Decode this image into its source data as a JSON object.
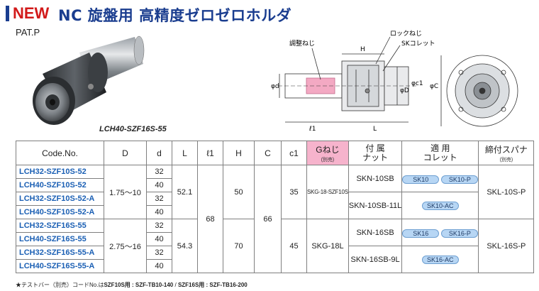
{
  "header": {
    "new_label": "NEW",
    "title": "NC 旋盤用 高精度ゼロゼロホルダ",
    "patent": "PAT.P"
  },
  "photo": {
    "caption": "LCH40-SZF16S-55"
  },
  "diagram": {
    "labels": {
      "adjust_screw": "調整ねじ",
      "lock_screw": "ロックねじ",
      "sk_collet": "SKコレット",
      "H": "H",
      "l1": "ℓ1",
      "L": "L",
      "d": "φd",
      "D": "φD",
      "c1": "φc1",
      "C": "φC"
    }
  },
  "table": {
    "headers": {
      "code": "Code.No.",
      "D": "D",
      "d": "d",
      "L": "L",
      "l1": "ℓ1",
      "H": "H",
      "C": "C",
      "c1": "c1",
      "gneji": "Gねじ",
      "gneji_sub": "(別売)",
      "nut": "付 属\nナット",
      "collet": "適 用\nコレット",
      "spanner": "締付スパナ",
      "spanner_sub": "(別売)"
    },
    "codes": [
      "LCH32-SZF10S-52",
      "LCH40-SZF10S-52",
      "LCH32-SZF10S-52-A",
      "LCH40-SZF10S-52-A",
      "LCH32-SZF16S-55",
      "LCH40-SZF16S-55",
      "LCH32-SZF16S-55-A",
      "LCH40-SZF16S-55-A"
    ],
    "d_values": [
      "32",
      "40",
      "32",
      "40",
      "32",
      "40",
      "32",
      "40"
    ],
    "group1": {
      "D": "1.75～10",
      "L": "52.1",
      "H": "50",
      "c1": "35",
      "gneji": "SKG-18-SZF10S",
      "nut_a": "SKN-10SB",
      "nut_b": "SKN-10SB-11L",
      "collets_a": [
        "SK10",
        "SK10-P"
      ],
      "collets_b": [
        "SK10-AC"
      ],
      "spanner": "SKL-10S-P"
    },
    "group2": {
      "D": "2.75～16",
      "L": "54.3",
      "H": "70",
      "c1": "45",
      "gneji": "SKG-18L",
      "nut_a": "SKN-16SB",
      "nut_b": "SKN-16SB-9L",
      "collets_a": [
        "SK16",
        "SK16-P"
      ],
      "collets_b": [
        "SK16-AC"
      ],
      "spanner": "SKL-16S-P"
    },
    "shared": {
      "l1": "68",
      "C": "66"
    }
  },
  "footnote": {
    "prefix": "★テストバー（別売）コードNo.は",
    "a": "SZF10S用 : SZF-TB10-140",
    "sep": " / ",
    "b": "SZF16S用 : SZF-TB16-200"
  },
  "colors": {
    "brand_blue": "#1a3d8f",
    "new_red": "#d21a1a",
    "highlight_pink": "#f6b3cc",
    "pill_blue": "#b7d6f4"
  }
}
